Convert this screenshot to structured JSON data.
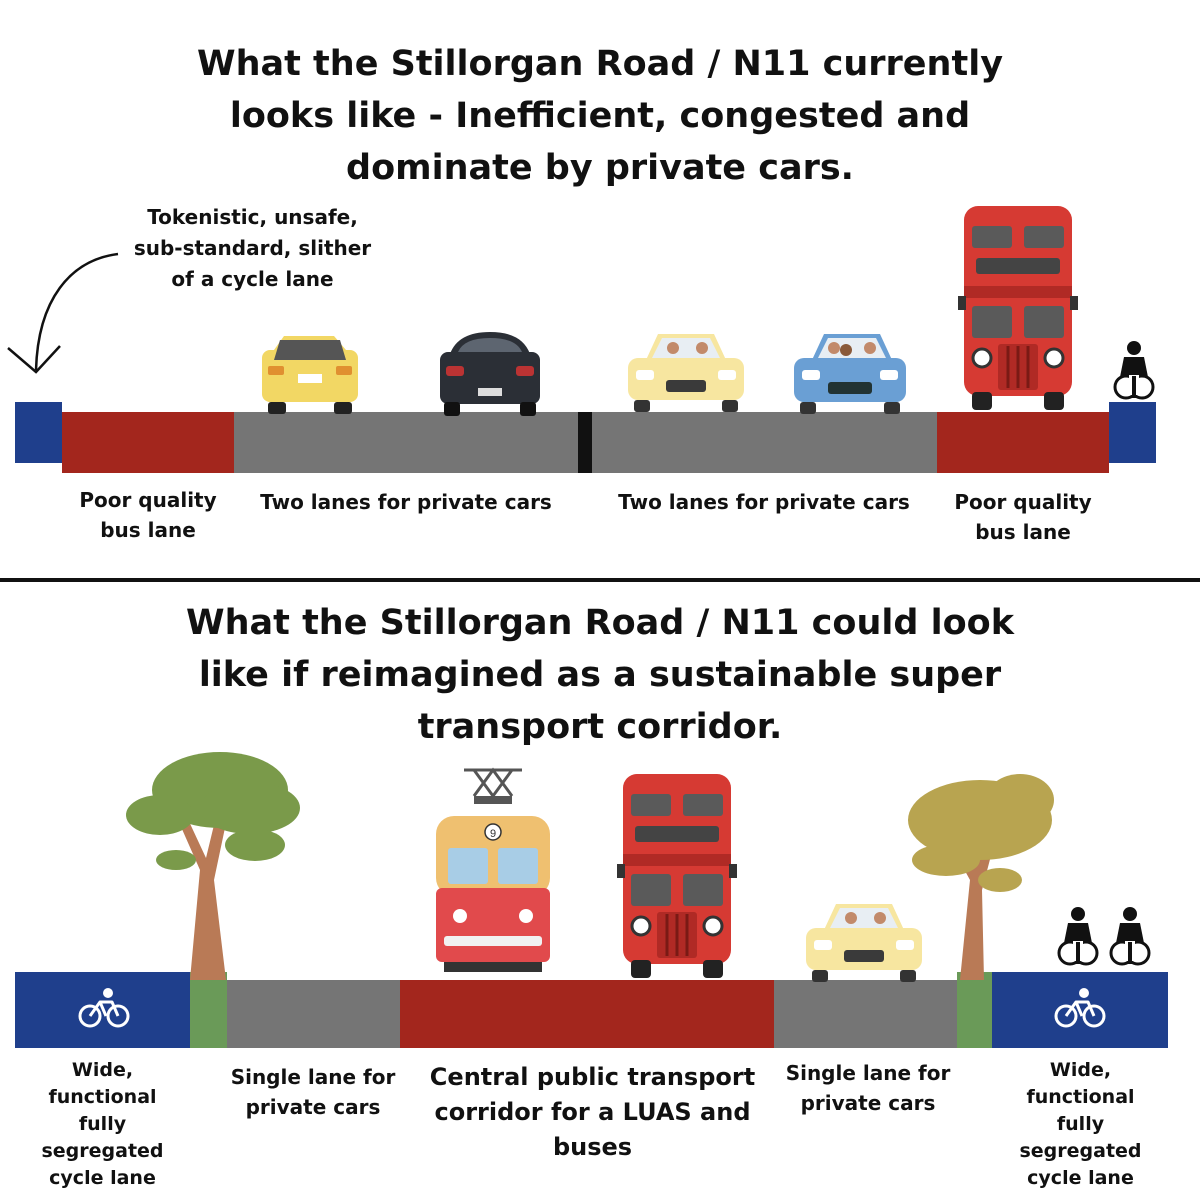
{
  "current": {
    "title_lines": [
      "What the Stillorgan Road / N11 currently",
      "looks like - Inefficient, congested and",
      "dominate  by private cars."
    ],
    "annotation_lines": [
      "Tokenistic, unsafe,",
      "sub-standard, slither",
      "of a cycle lane"
    ],
    "labels": {
      "bus_left": [
        "Poor quality",
        "bus lane"
      ],
      "cars_left": "Two lanes for private cars",
      "cars_right": "Two lanes for private cars",
      "bus_right": [
        "Poor quality",
        "bus lane"
      ]
    }
  },
  "proposed": {
    "title_lines": [
      "What the Stillorgan Road / N11 could look",
      "like if reimagined as a sustainable super",
      "transport corridor."
    ],
    "labels": {
      "cycle_left": [
        "Wide,",
        "functional",
        "fully",
        "segregated",
        "cycle lane"
      ],
      "car_left": [
        "Single lane for",
        "private cars"
      ],
      "center": [
        "Central public transport",
        "corridor for a LUAS and",
        "buses"
      ],
      "car_right": [
        "Single lane for",
        "private cars"
      ],
      "cycle_right": [
        "Wide,",
        "functional",
        "fully",
        "segregated",
        "cycle lane"
      ]
    },
    "tram_number": "9"
  },
  "colors": {
    "cycle_lane": "#1f3f8c",
    "bus_lane": "#a3261d",
    "car_lane": "#757575",
    "median": "#111111",
    "verge": "#6a9a58",
    "bus_body": "#d63a33",
    "tram_top": "#efc070",
    "tree_green": "#7a9a4a",
    "tree_olive": "#b8a450",
    "trunk": "#b97a56"
  },
  "icons": [
    "bicycle-icon",
    "cyclist-icon",
    "double-decker-bus",
    "tram",
    "car",
    "tree",
    "curved-arrow-icon"
  ]
}
